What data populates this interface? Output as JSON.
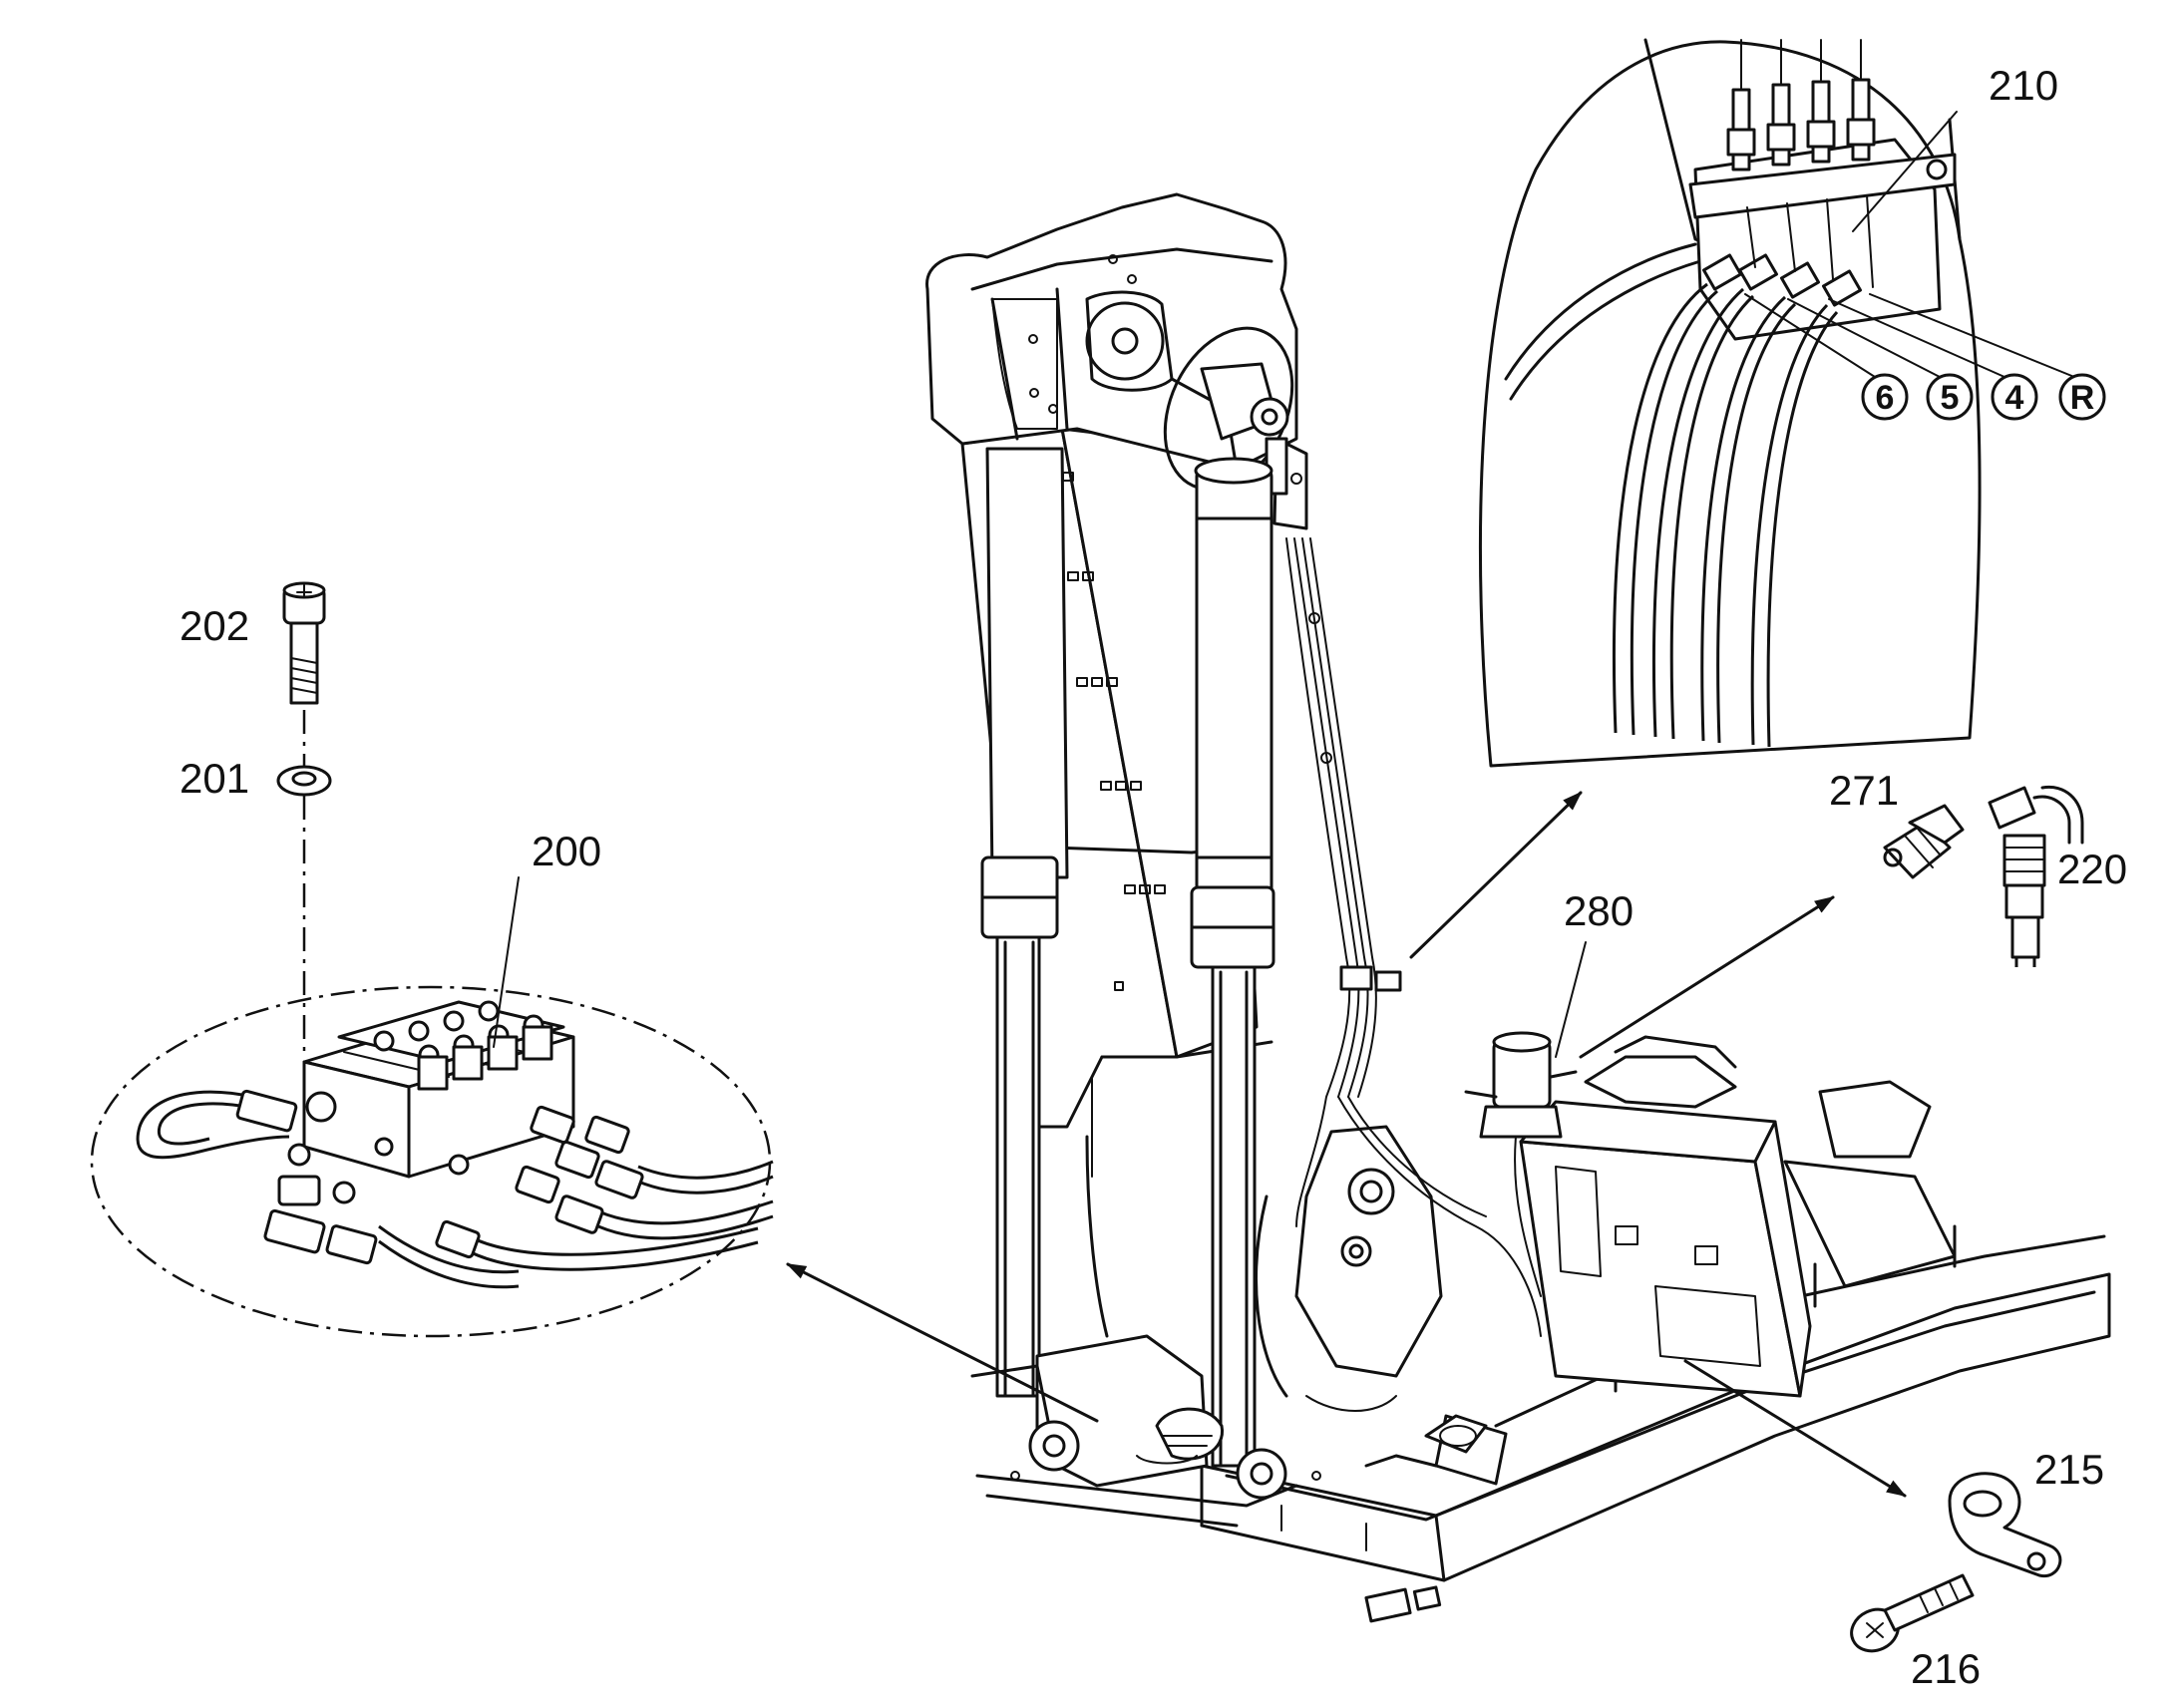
{
  "callouts": {
    "c200": "200",
    "c201": "201",
    "c202": "202",
    "c210": "210",
    "c215": "215",
    "c216": "216",
    "c220": "220",
    "c271": "271",
    "c280": "280"
  },
  "ports": [
    "6",
    "5",
    "4",
    "R"
  ]
}
